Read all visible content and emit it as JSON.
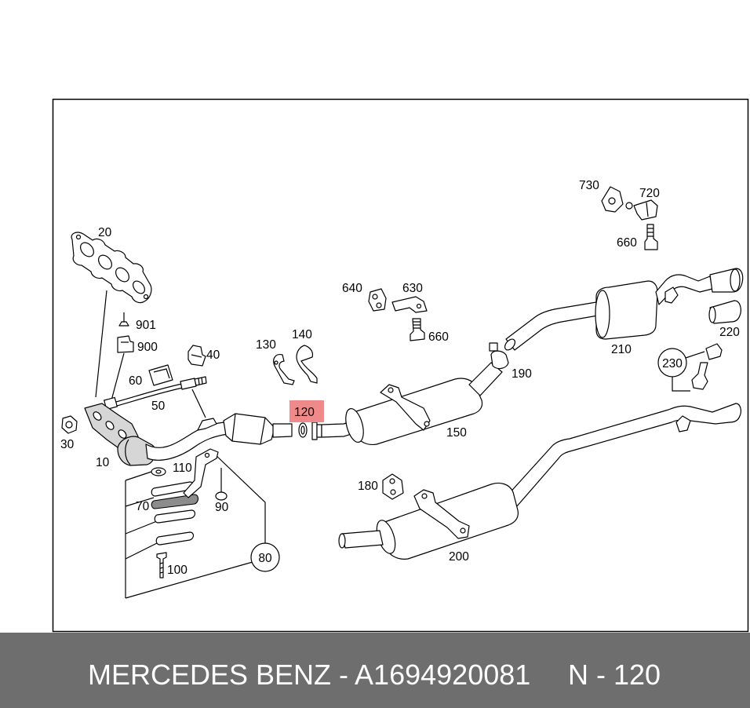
{
  "callouts": [
    "20",
    "901",
    "900",
    "40",
    "60",
    "50",
    "30",
    "10",
    "110",
    "70",
    "90",
    "100",
    "80",
    "130",
    "140",
    "120",
    "640",
    "630",
    "660",
    "150",
    "190",
    "730",
    "720",
    "660",
    "210",
    "220",
    "230",
    "180",
    "200"
  ],
  "footer": {
    "left_text": "MERCEDES BENZ - A1694920081",
    "right_text": "N - 120"
  },
  "colors": {
    "footer_bg": "#6e6e6e",
    "footer_text": "#ffffff",
    "highlight": "#f08a8a",
    "line": "#000000"
  }
}
